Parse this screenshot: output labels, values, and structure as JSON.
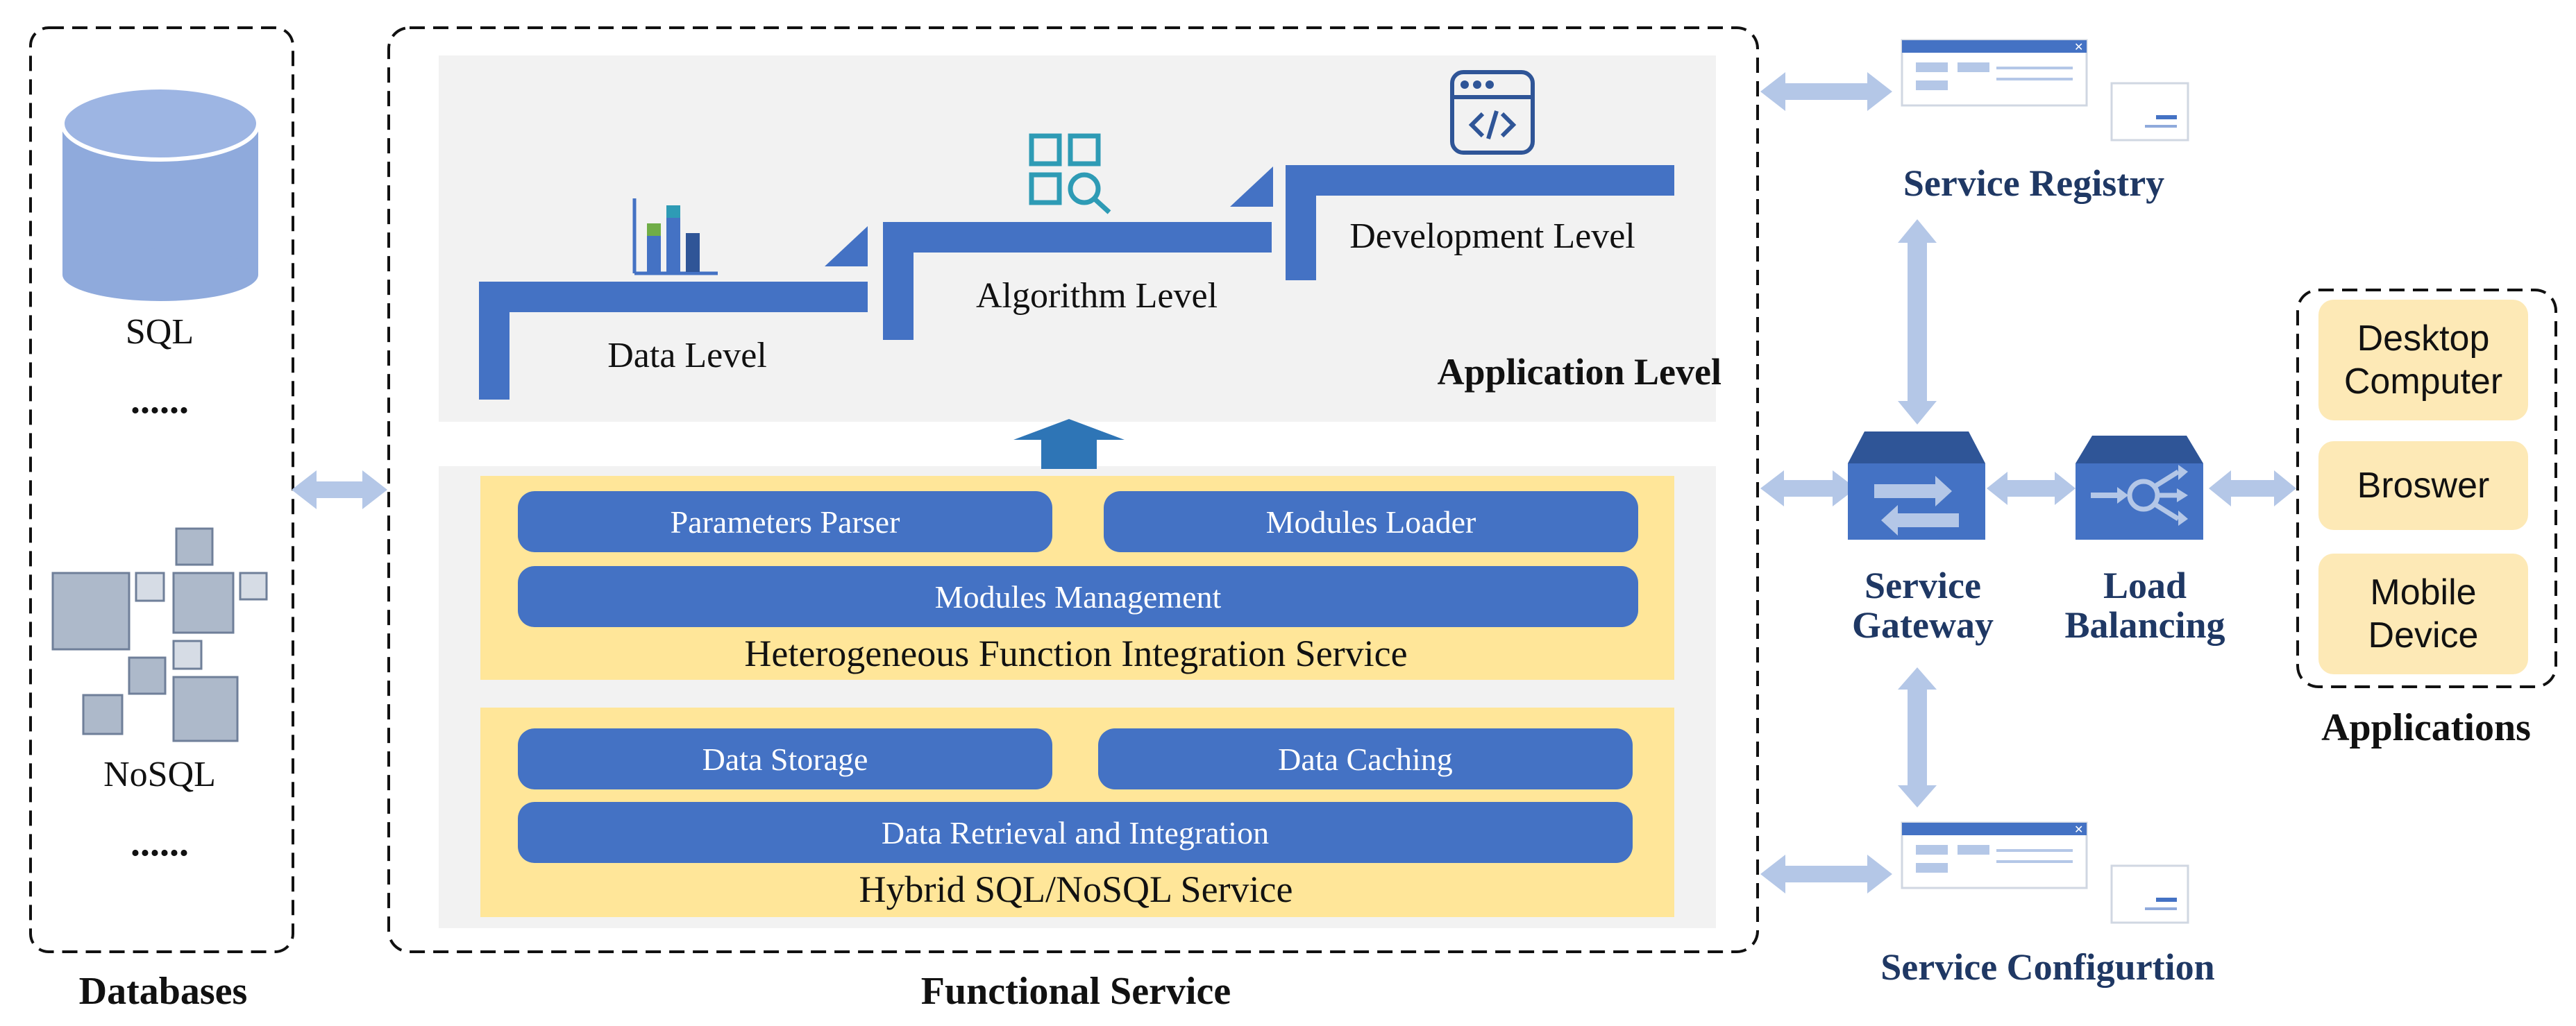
{
  "databases": {
    "title": "Databases",
    "sql_label": "SQL",
    "ellipsis_1": "......",
    "nosql_label": "NoSQL",
    "ellipsis_2": "......"
  },
  "functional_service": {
    "title": "Functional Service",
    "application_level": {
      "title": "Application Level",
      "steps": [
        "Data Level",
        "Algorithm Level",
        "Development Level"
      ]
    },
    "integration_service": {
      "title": "Heterogeneous Function Integration Service",
      "items": [
        "Parameters Parser",
        "Modules Loader",
        "Modules Management"
      ]
    },
    "hybrid_service": {
      "title": "Hybrid SQL/NoSQL Service",
      "items": [
        "Data Storage",
        "Data Caching",
        "Data Retrieval and Integration"
      ]
    }
  },
  "infrastructure": {
    "service_registry": "Service Registry",
    "service_gateway": "Service\nGateway",
    "load_balancing": "Load\nBalancing",
    "service_configuration": "Service Configurtion"
  },
  "applications": {
    "title": "Applications",
    "items": [
      "Desktop\nComputer",
      "Broswer",
      "Mobile\nDevice"
    ]
  },
  "colors": {
    "accent_blue": "#4472c4",
    "arrow_light_blue": "#b4c7e7",
    "service_band_yellow": "#ffe699",
    "panel_gray": "#f2f2f2",
    "database_blue": "#8faadc",
    "app_box_yellow": "#fde9b6",
    "label_navy": "#1f3864"
  },
  "icons": [
    "database-cylinder-icon",
    "nosql-blocks-icon",
    "bar-chart-icon",
    "grid-search-icon",
    "code-window-icon",
    "window-panel-icon",
    "gateway-switch-icon",
    "load-balancer-icon"
  ]
}
